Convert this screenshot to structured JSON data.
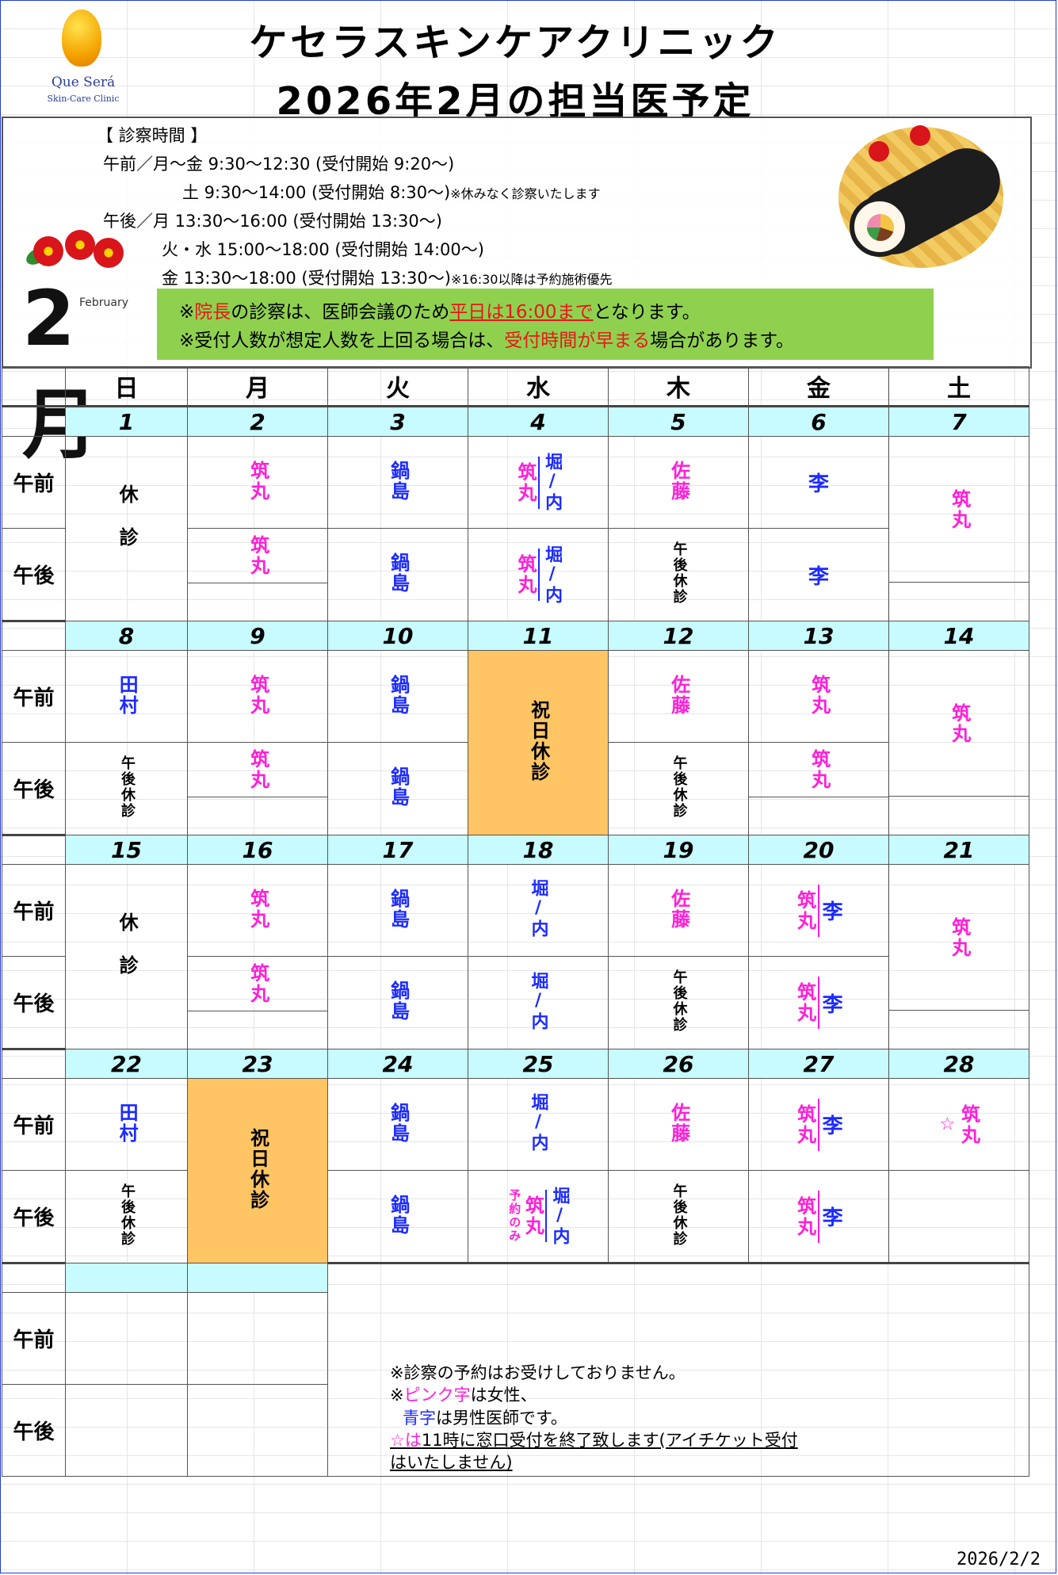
{
  "logo": {
    "brand": "Que Será",
    "tagline": "Skin-Care Clinic"
  },
  "header": {
    "clinic_name": "ケセラスキンケアクリニック",
    "subtitle": "2026年2月の担当医予定"
  },
  "hours": {
    "heading": "【 診察時間 】",
    "am_weekday": "午前／月～金  9:30～12:30 (受付開始 9:20～)",
    "am_sat": "土     9:30～14:00 (受付開始 8:30～)",
    "am_sat_note": "※休みなく診察いたします",
    "pm_mon": "午後／月     13:30～16:00 (受付開始 13:30～)",
    "pm_tue_wed": "火・水 15:00～18:00 (受付開始 14:00～)",
    "pm_fri": "金     13:30～18:00 (受付開始 13:30～)",
    "pm_fri_note": "※16:30以降は予約施術優先"
  },
  "month_badge": {
    "number": "2月",
    "word": "February"
  },
  "notice": {
    "l1_a": "※",
    "l1_b": "院長",
    "l1_c": "の診察は、医師会議のため",
    "l1_d": "平日は16:00まで",
    "l1_e": "となります。",
    "l2_a": "※受付人数が想定人数を上回る場合は、",
    "l2_b": "受付時間が早まる",
    "l2_c": "場合があります。"
  },
  "calendar": {
    "weekdays": [
      "日",
      "月",
      "火",
      "水",
      "木",
      "金",
      "土"
    ],
    "am_label": "午前",
    "pm_label": "午後",
    "weeks": [
      [
        "1",
        "2",
        "3",
        "4",
        "5",
        "6",
        "7"
      ],
      [
        "8",
        "9",
        "10",
        "11",
        "12",
        "13",
        "14"
      ],
      [
        "15",
        "16",
        "17",
        "18",
        "19",
        "20",
        "21"
      ],
      [
        "22",
        "23",
        "24",
        "25",
        "26",
        "27",
        "28"
      ]
    ],
    "docs": {
      "tsukumaru": "筑丸",
      "nabeshima": "鍋島",
      "hori_uchi": "堀/内",
      "sato": "佐藤",
      "lee": "李",
      "tamura": "田村",
      "closed": "休診",
      "pm_closed": "午後休診",
      "holiday_closed": "祝日休診",
      "reserved_only": "予約のみ",
      "star": "☆"
    }
  },
  "notes": {
    "l1": "※診察の予約はお受けしておりません。",
    "l2_a": "※",
    "l2_b": "ピンク字",
    "l2_c": "は女性、",
    "l3_a": "青字",
    "l3_b": "は男性医師です。",
    "l4_a": "☆は",
    "l4_b": "11時に窓口受付を終了致します(アイチケット受付",
    "l5": "はいたしません)"
  },
  "footer": {
    "date": "2026/2/2"
  },
  "colors": {
    "female_doctor": "#ff1fd8",
    "male_doctor": "#1c2bff",
    "date_band": "#c7fbff",
    "holiday": "#ffc564",
    "notice_bg": "#8fd14f"
  }
}
